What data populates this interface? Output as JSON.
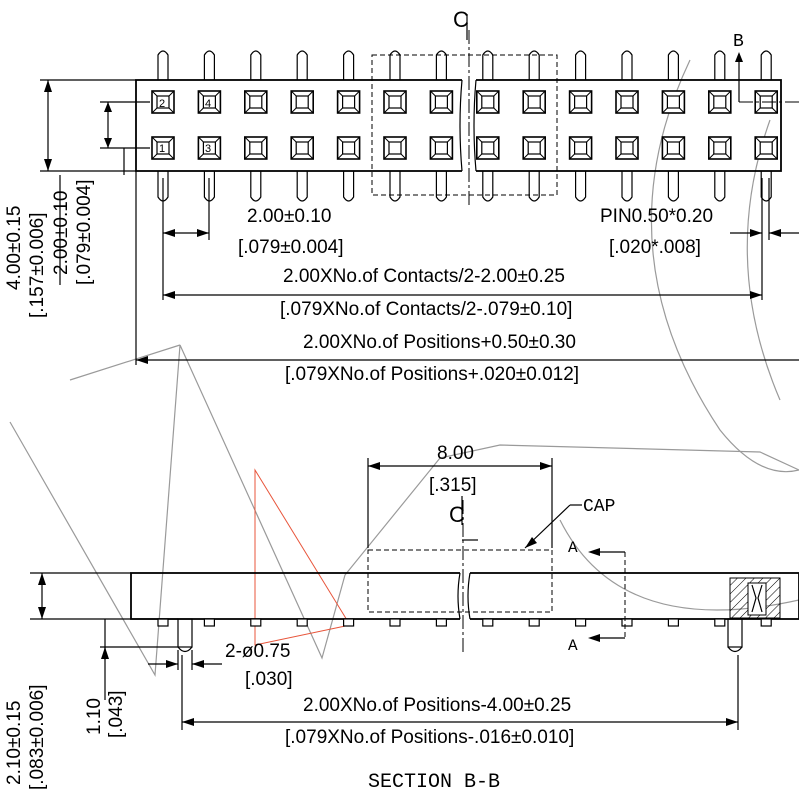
{
  "top_view": {
    "centerline_label": "C",
    "section_marker": "B",
    "pin_numbers": [
      "2",
      "4",
      "1",
      "3"
    ],
    "dim_pitch": "2.00±0.10",
    "dim_pitch_in": "[.079±0.004]",
    "dim_pin": "PIN0.50*0.20",
    "dim_pin_in": "[.020*.008]",
    "dim_row_span": "2.00XNo.of Contacts/2-2.00±0.25",
    "dim_row_span_in": "[.079XNo.of Contacts/2-.079±0.10]",
    "dim_overall": "2.00XNo.of Positions+0.50±0.30",
    "dim_overall_in": "[.079XNo.of Positions+.020±0.012]",
    "dim_height": "4.00±0.15",
    "dim_height_in": "[.157±0.006]",
    "dim_row_pitch": "2.00±0.10",
    "dim_row_pitch_in": "[.079±0.004]"
  },
  "section_view": {
    "centerline_label": "C",
    "cap_label": "CAP",
    "section_marker_top": "A",
    "section_marker_bottom": "A",
    "dim_cap": "8.00",
    "dim_cap_in": "[.315]",
    "dim_post": "2-ø0.75",
    "dim_post_in": "[.030]",
    "dim_span": "2.00XNo.of Positions-4.00±0.25",
    "dim_span_in": "[.079XNo.of Positions-.016±0.010]",
    "dim_height": "2.10±0.15",
    "dim_height_in": "[.083±0.006]",
    "dim_post_len": "1.10",
    "dim_post_len_in": "[.043]",
    "section_title": "SECTION B-B"
  }
}
